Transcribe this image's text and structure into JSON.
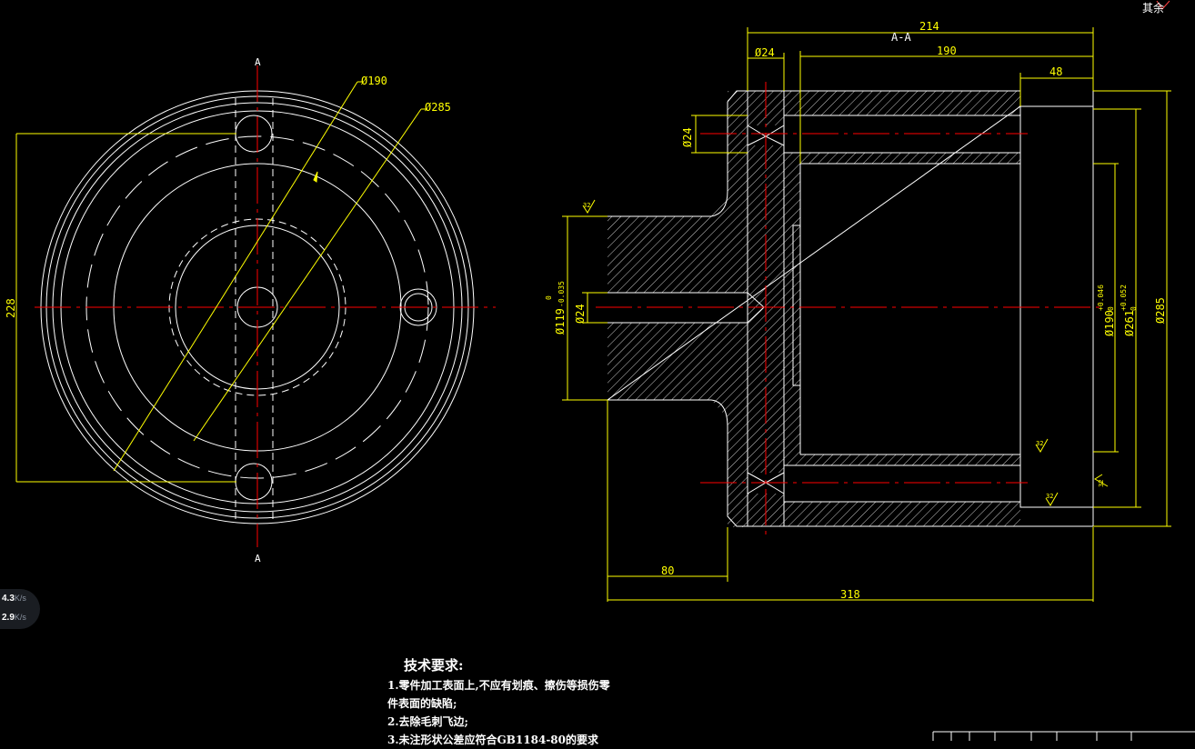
{
  "drawing": {
    "section_mark": "A",
    "section_title": "A-A",
    "front_view": {
      "dim_228": "228",
      "dim_d190": "Ø190",
      "dim_d285": "Ø285"
    },
    "section_view": {
      "dim_214": "214",
      "dim_190": "190",
      "dim_48": "48",
      "dim_d24_top": "Ø24",
      "dim_d24_left": "Ø24",
      "dim_d24_mid": "Ø24",
      "dim_d119": "Ø119",
      "dim_d119_tol_upper": "0",
      "dim_d119_tol_lower": "-0.035",
      "dim_d190": "Ø190",
      "dim_d190_tol_upper": "+0.046",
      "dim_d190_tol_lower": "0",
      "dim_d261": "Ø261",
      "dim_d261_tol_upper": "+0.052",
      "dim_d261_tol_lower": "0",
      "dim_d285": "Ø285",
      "dim_80": "80",
      "dim_318": "318",
      "roughness": "32"
    },
    "corner_label": "其余"
  },
  "notes": {
    "title": "技术要求:",
    "lines": [
      "1.零件加工表面上,不应有划痕、擦伤等损伤零",
      "件表面的缺陷;",
      "2.去除毛刺飞边;",
      "3.未注形状公差应符合GB1184-80的要求"
    ]
  },
  "network": {
    "up_value": "4.3",
    "up_unit": "K/s",
    "down_value": "2.9",
    "down_unit": "K/s"
  },
  "colors": {
    "background": "#000000",
    "outline": "#ffffff",
    "dimension": "#ffff00",
    "centerline": "#ff0000"
  }
}
